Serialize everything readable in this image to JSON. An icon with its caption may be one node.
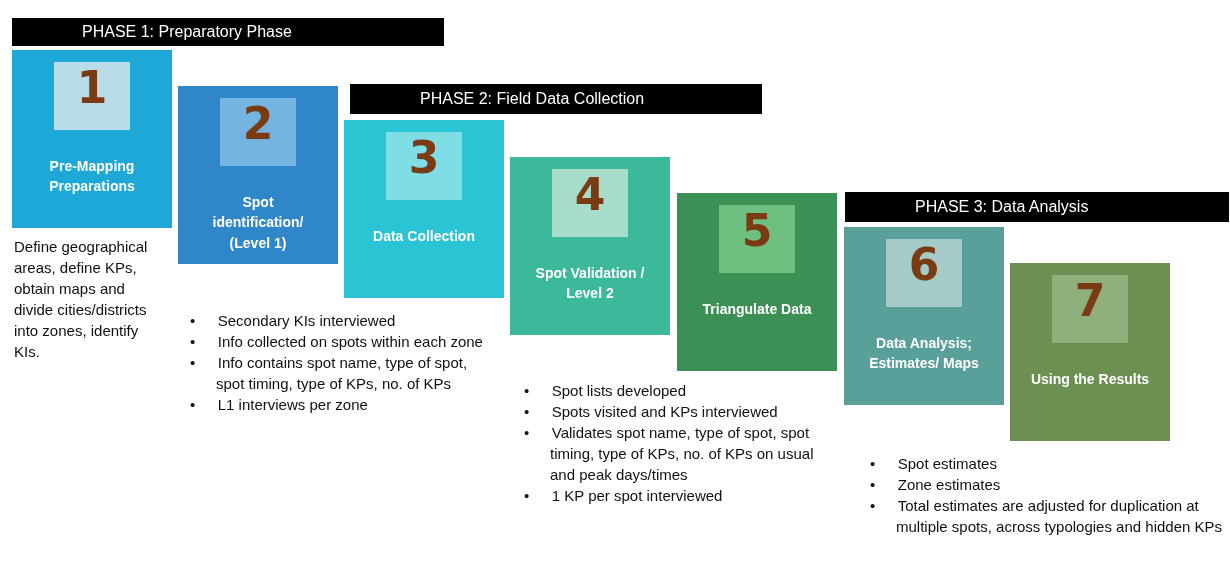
{
  "diagram": {
    "nodes": [
      {
        "text": [
          "PHASE 1: Preparatory Phase"
        ]
      },
      {
        "text": [
          "1",
          "Pre-Mapping Preparations"
        ],
        "beside": [
          "Define geographical areas, define KPs, obtain maps and divide cities/districts into zones, identify KIs."
        ]
      },
      {
        "text": [
          "2",
          "Spot identification/ (Level 1)"
        ],
        "beside": [
          "• Secondary KIs interviewed",
          "• Info collected on spots within each zone",
          "• Info contains spot name, type of spot, spot timing, type of KPs, no. of KPs",
          "• L1 interviews per zone"
        ]
      },
      {
        "text": [
          "PHASE 2: Field Data Collection"
        ]
      },
      {
        "text": [
          "3",
          "Data Collection"
        ]
      },
      {
        "text": [
          "4",
          "Spot Validation / Level 2"
        ],
        "beside": [
          "• Spot lists developed",
          "• Spots visited and KPs interviewed",
          "• Validates spot name, type of spot, spot timing, type of KPs, no. of KPs on usual and peak days/times",
          "• 1 KP per spot interviewed"
        ]
      },
      {
        "text": [
          "5",
          "Triangulate Data"
        ]
      },
      {
        "text": [
          "PHASE 3: Data Analysis"
        ]
      },
      {
        "text": [
          "6",
          "Data Analysis; Estimates/ Maps"
        ],
        "beside": [
          "• Spot estimates",
          "• Zone estimates",
          "• Total estimates are adjusted for duplication at multiple spots, across typologies and hidden KPs"
        ]
      },
      {
        "text": [
          "7",
          "Using the Results"
        ]
      }
    ],
    "edges": []
  }
}
